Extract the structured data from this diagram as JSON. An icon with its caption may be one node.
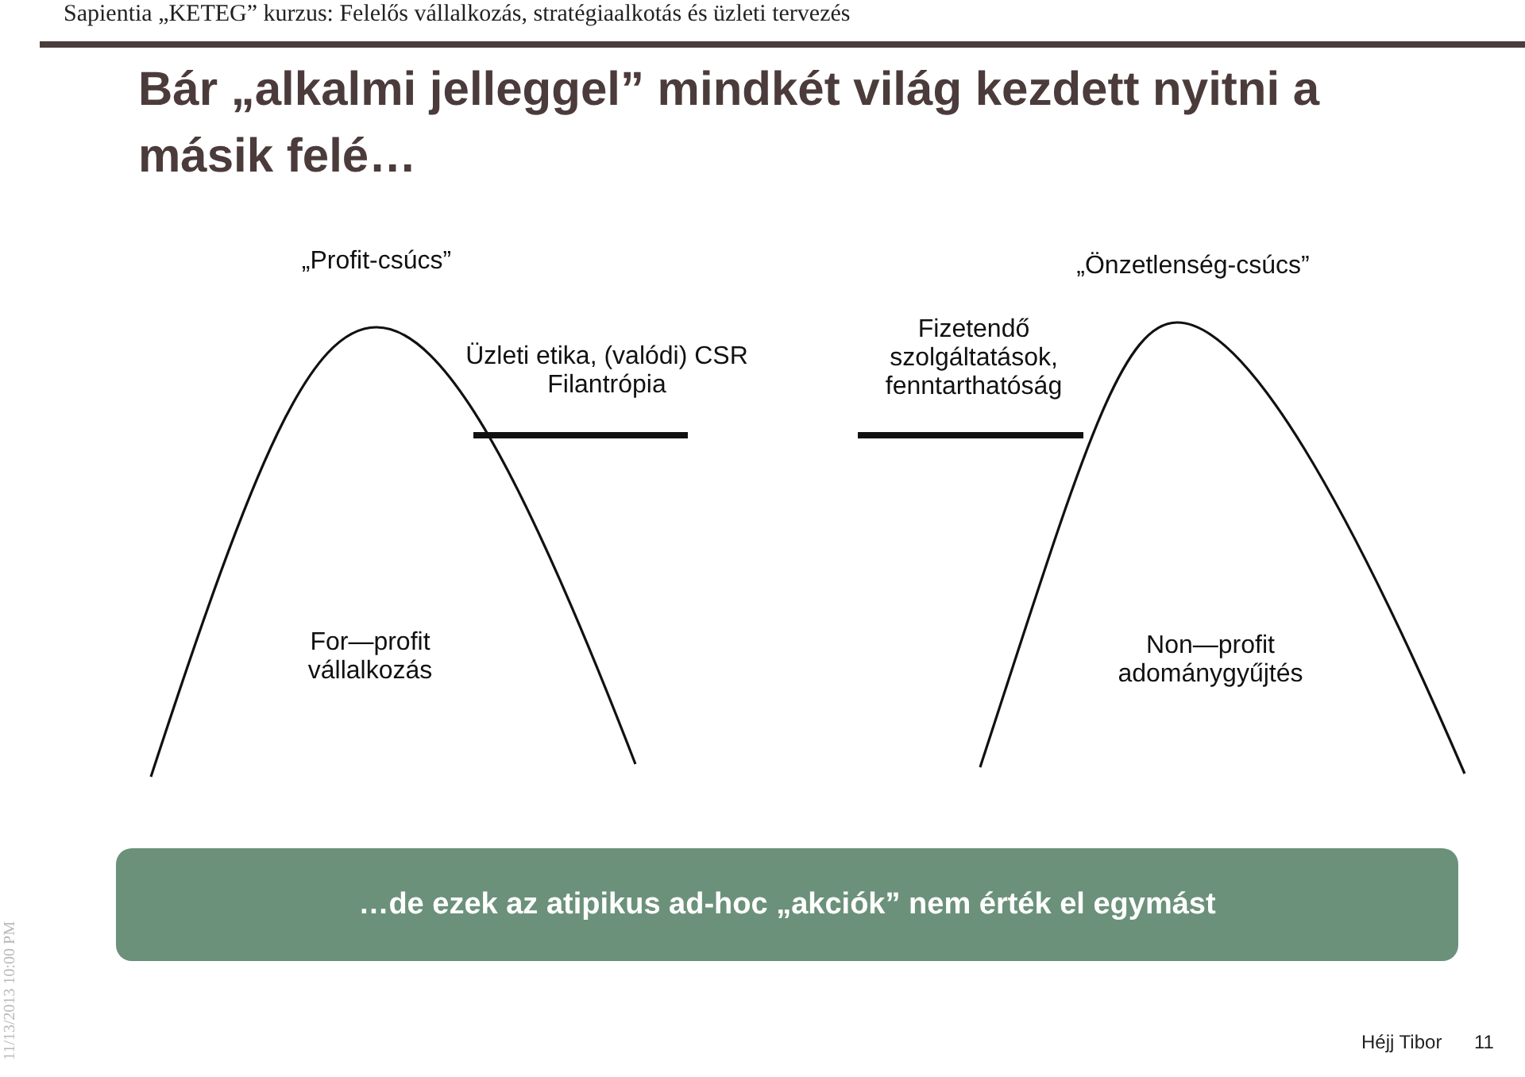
{
  "diagram": {
    "title": "Bár „alkalmi jelleggel” mindkét világ kezdett nyitni a másik felé…",
    "nodes": [
      {
        "text": [
          "„Profit-csúcs”",
          "For—profit vállalkozás"
        ]
      },
      {
        "text": [
          "„Önzetlenség-csúcs”",
          "Non—profit adománygyűjtés"
        ]
      },
      {
        "text": [
          "…de ezek az atipikus ad-hoc „akciók” nem érték el egymást"
        ]
      }
    ],
    "labels": [
      "Sapientia „KETEG” kurzus: Felelős vállalkozás, stratégiaalkotás és üzleti tervezés",
      "Üzleti etika, (valódi) CSR Filantrópia",
      "Fizetendő szolgáltatások, fenntarthatóság",
      "11/13/2013 10:00 PM",
      "Héjj Tibor",
      "11"
    ]
  }
}
